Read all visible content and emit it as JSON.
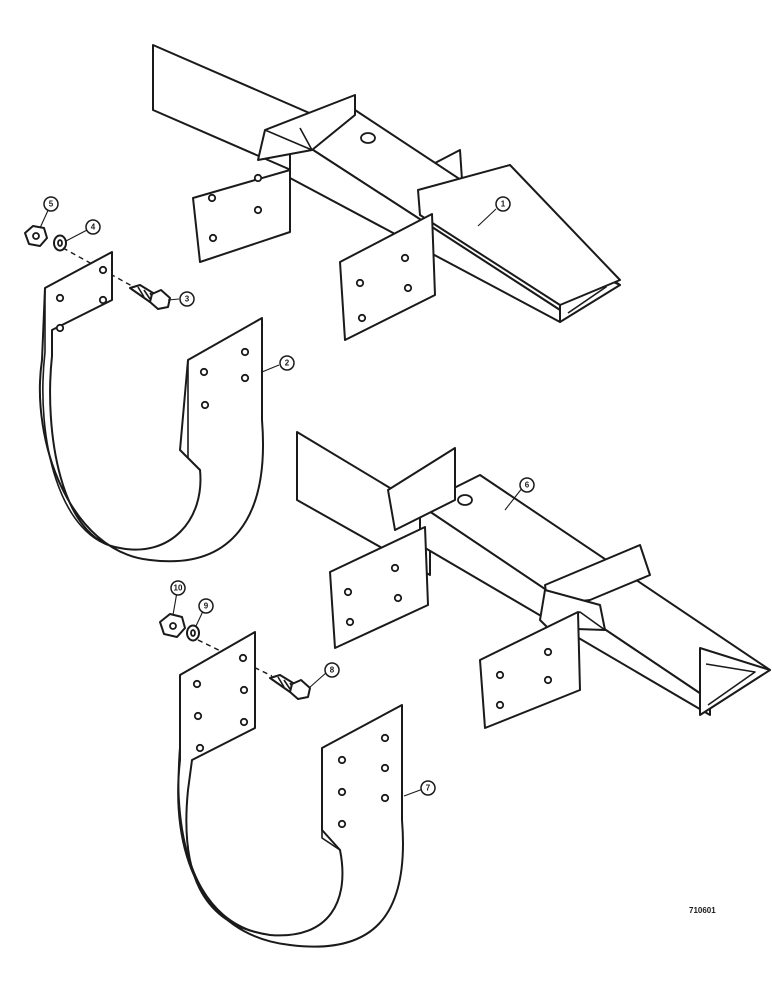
{
  "callouts": {
    "c1": "1",
    "c2": "2",
    "c3": "3",
    "c4": "4",
    "c5": "5",
    "c6": "6",
    "c7": "7",
    "c8": "8",
    "c9": "9",
    "c10": "10"
  },
  "drawing_code": "710601"
}
